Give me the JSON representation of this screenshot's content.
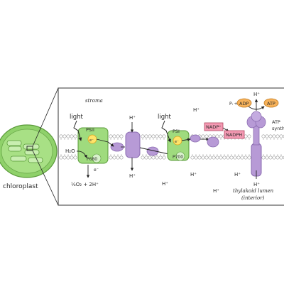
{
  "labels": {
    "chloroplast": "chloroplast",
    "stroma": "stroma",
    "lumen_line1": "thylakoid lumen",
    "lumen_line2": "(interior)",
    "light1": "light",
    "light2": "light",
    "psii": "PSII",
    "psi": "PSI",
    "p680": "P680",
    "p700": "P700",
    "electron": "e⁻",
    "electron_small": "e⁻",
    "h2o": "H₂O",
    "o2": "½O₂ + 2H⁺",
    "hplus": "H⁺",
    "nadp": "NADP⁺",
    "nadph": "NADPH",
    "pi": "Pᵢ +",
    "adp": "ADP",
    "atp": "ATP",
    "atp_synthase_1": "ATP",
    "atp_synthase_2": "synth"
  },
  "colors": {
    "psii_fill": "#9fdb7e",
    "psii_stroke": "#5a9a3a",
    "protein_purple": "#b79ad6",
    "protein_stroke": "#8a6bb0",
    "electron_yellow": "#ffe46a",
    "atp_orange": "#f7b25a",
    "nadp_pink": "#f49ab3",
    "chloroplast_green": "#8fd16a",
    "membrane_grey": "#bdbdbd"
  }
}
